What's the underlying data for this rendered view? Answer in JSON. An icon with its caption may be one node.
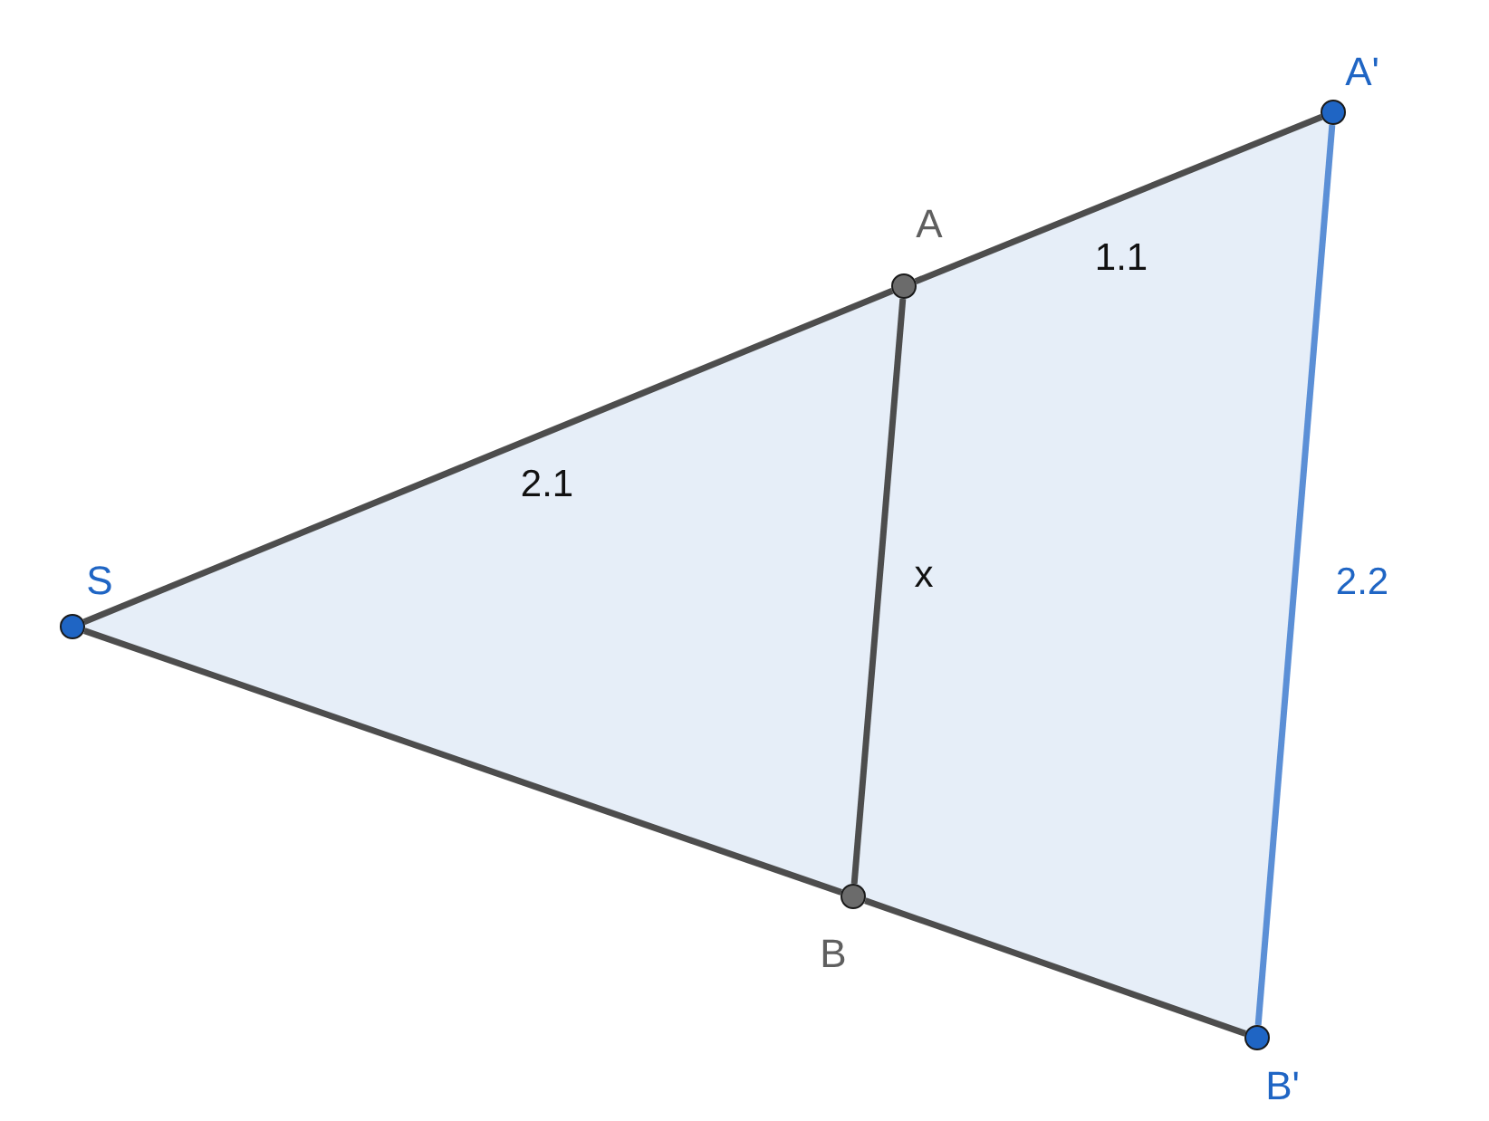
{
  "diagram": {
    "nodes": [
      {
        "text": [
          "A'"
        ]
      },
      {
        "text": [
          "A"
        ]
      },
      {
        "text": [
          "S"
        ]
      },
      {
        "text": [
          "B"
        ]
      },
      {
        "text": [
          "B'"
        ]
      }
    ],
    "edges": [
      {
        "from": 2,
        "to": 1,
        "arrow": "none",
        "label": "2.1"
      },
      {
        "from": 1,
        "to": 0,
        "arrow": "none",
        "label": "1.1"
      },
      {
        "from": 1,
        "to": 3,
        "arrow": "none",
        "label": "x"
      },
      {
        "from": 0,
        "to": 4,
        "arrow": "none",
        "label": "2.2",
        "color": "#5b8fd6"
      },
      {
        "from": 2,
        "to": 3,
        "arrow": "none"
      },
      {
        "from": 3,
        "to": 4,
        "arrow": "none"
      }
    ]
  }
}
